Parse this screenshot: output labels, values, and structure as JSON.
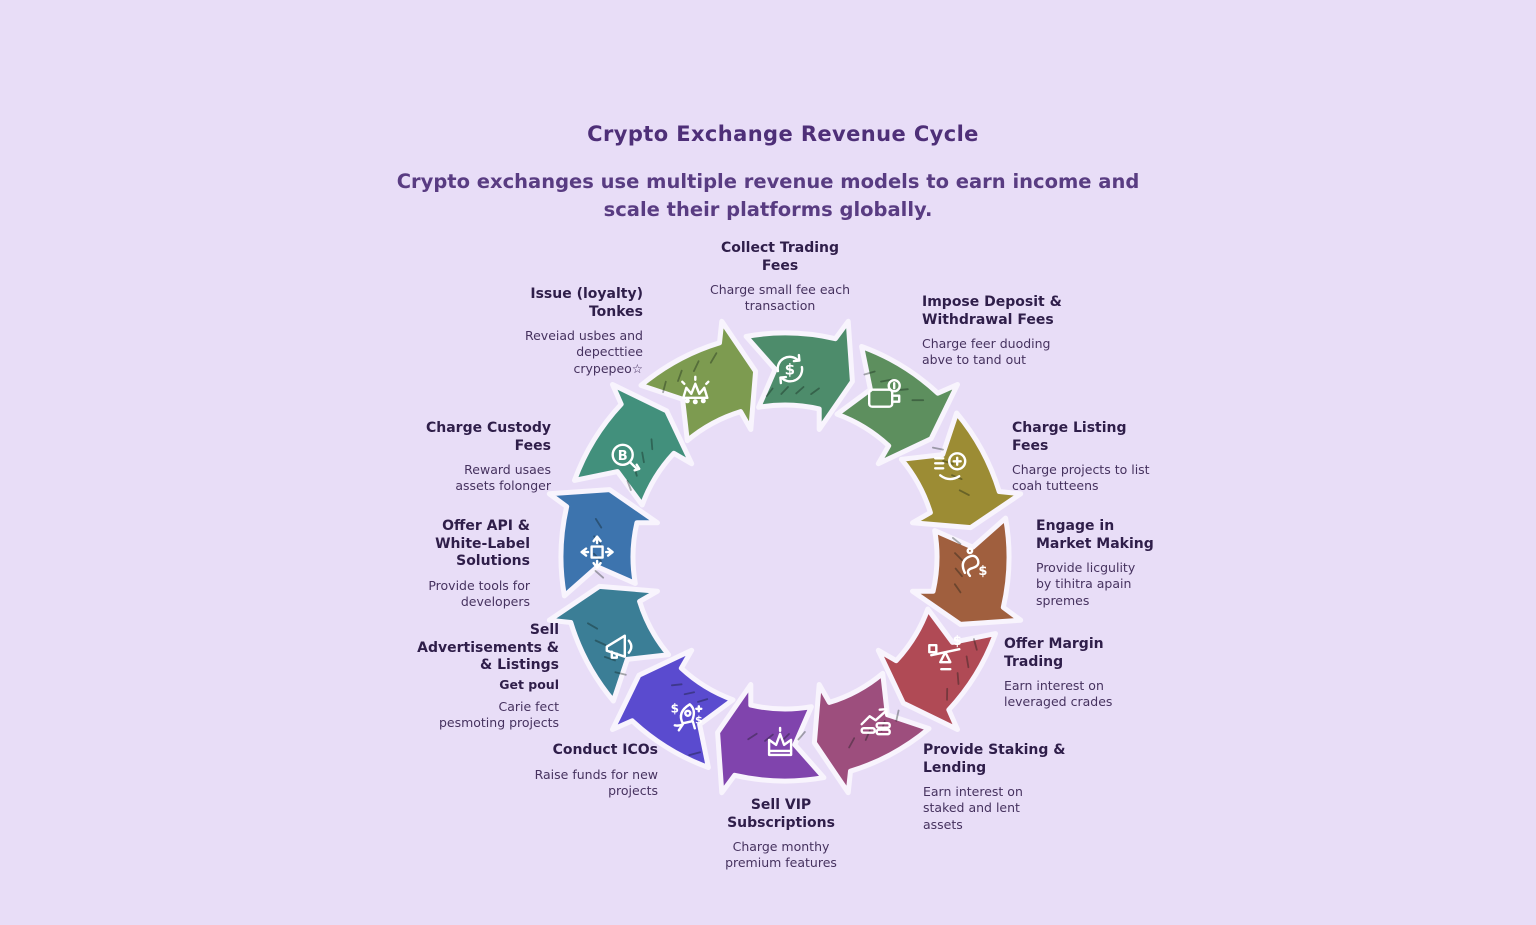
{
  "title": "Crypto Exchange Revenue Cycle",
  "subtitle": "Crypto exchanges use multiple revenue models to earn income and scale their platforms globally.",
  "colors": {
    "background": "#e8ddf7",
    "outline": "#f8f4fd",
    "title_text": "#4e2f78",
    "label_text": "#2f1e4a"
  },
  "segments": [
    {
      "id": "collect-trading-fees",
      "title": "Collect Trading\nFees",
      "desc": "Charge small fee each\ntransaction",
      "color": "#4d8c6b",
      "icon": "refresh-dollar-icon"
    },
    {
      "id": "impose-deposit-withdrawal-fees",
      "title": "Impose Deposit &\nWithdrawal Fees",
      "desc": "Charge feer duoding\nabve to tand out",
      "color": "#5d8f5e",
      "icon": "wallet-icon"
    },
    {
      "id": "charge-listing-fees",
      "title": "Charge Listing\nFees",
      "desc": "Charge projects to list\ncoah tutteens",
      "color": "#9c8c34",
      "icon": "coin-list-icon"
    },
    {
      "id": "engage-in-market-making",
      "title": "Engage in\nMarket Making",
      "desc": "Provide licgulity\nby tihitra apain\nspremes",
      "color": "#a05f3e",
      "icon": "market-making-icon"
    },
    {
      "id": "offer-margin-trading",
      "title": "Offer Margin\nTrading",
      "desc": "Earn interest on\nleveraged crades",
      "color": "#b04a55",
      "icon": "scale-dollar-icon"
    },
    {
      "id": "provide-staking-lending",
      "title": "Provide Staking &\nLending",
      "desc": "Earn interest on\nstaked and lent\nassets",
      "color": "#9d4e7d",
      "icon": "chart-coins-icon"
    },
    {
      "id": "sell-vip-subscriptions",
      "title": "Sell VIP\nSubscriptions",
      "desc": "Charge monthy\npremium features",
      "color": "#8044ad",
      "icon": "crown-icon"
    },
    {
      "id": "conduct-icos",
      "title": "Conduct ICOs",
      "desc": "Raise funds for new\nprojects",
      "color": "#5a4bcf",
      "icon": "rocket-dollar-icon"
    },
    {
      "id": "sell-advertisements-listings",
      "title": "Sell\nAdvertisements &\n& Listings",
      "sub": "Get poul",
      "desc": "Carie fect\npesmoting projects",
      "color": "#3b7e96",
      "icon": "megaphone-icon"
    },
    {
      "id": "offer-api-white-label",
      "title": "Offer API &\nWhite-Label\nSolutions",
      "desc": "Provide tools for\ndevelopers",
      "color": "#3d74ae",
      "icon": "expand-arrows-icon"
    },
    {
      "id": "charge-custody-fees",
      "title": "Charge Custody\nFees",
      "desc": "Reward usaes\nassets folonger",
      "color": "#42907c",
      "icon": "magnifier-coin-icon"
    },
    {
      "id": "issue-loyalty-tokens",
      "title": "Issue (loyalty)\nTonkes",
      "desc": "Reveiad usbes and\ndepecttiee\ncrypepeo☆",
      "color": "#7d9b50",
      "icon": "token-crown-icon"
    }
  ]
}
